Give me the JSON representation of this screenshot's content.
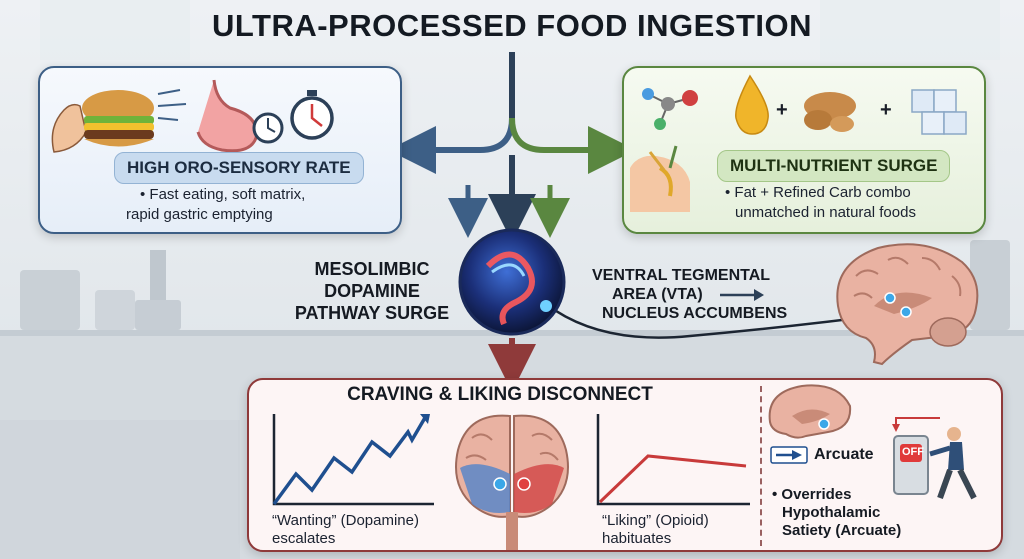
{
  "title": "ULTRA-PROCESSED FOOD INGESTION",
  "left_panel": {
    "heading": "HIGH ORO-SENSORY RATE",
    "bullet_line1": "• Fast eating, soft matrix,",
    "bullet_line2": "rapid gastric emptying",
    "icons": [
      "burger-hand-icon",
      "stomach-icon",
      "clock-icon",
      "stopwatch-icon"
    ]
  },
  "right_panel": {
    "heading": "MULTI-NUTRIENT SURGE",
    "bullet_line1": "• Fat + Refined Carb combo",
    "bullet_line2": "unmatched in natural foods",
    "plus1": "+",
    "plus2": "+",
    "icons": [
      "molecule-icon",
      "oil-drop-icon",
      "flour-icon",
      "sugar-cubes-icon",
      "digestion-icon"
    ]
  },
  "center": {
    "line1": "MESOLIMBIC",
    "line2": "DOPAMINE",
    "line3": "PATHWAY SURGE",
    "vta_line1": "VENTRAL TEGMENTAL",
    "vta_line2": "AREA (VTA)",
    "vta_line3": "NUCLEUS ACCUMBENS"
  },
  "bottom_panel": {
    "heading": "CRAVING & LIKING DISCONNECT",
    "wanting_line1": "“Wanting” (Dopamine)",
    "wanting_line2": "escalates",
    "liking_line1": "“Liking” (Opioid)",
    "liking_line2": "habituates",
    "arcuate_label": "Arcuate",
    "off_label": "OFF",
    "overrides_line1": "• Overrides",
    "overrides_line2": "Hypothalamic",
    "overrides_line3": "Satiety (Arcuate)"
  },
  "colors": {
    "blue": "#3d5f86",
    "green": "#5a8740",
    "red": "#8f3a3a",
    "wanting_line": "#1f4f8f",
    "liking_line": "#c83a3a"
  }
}
